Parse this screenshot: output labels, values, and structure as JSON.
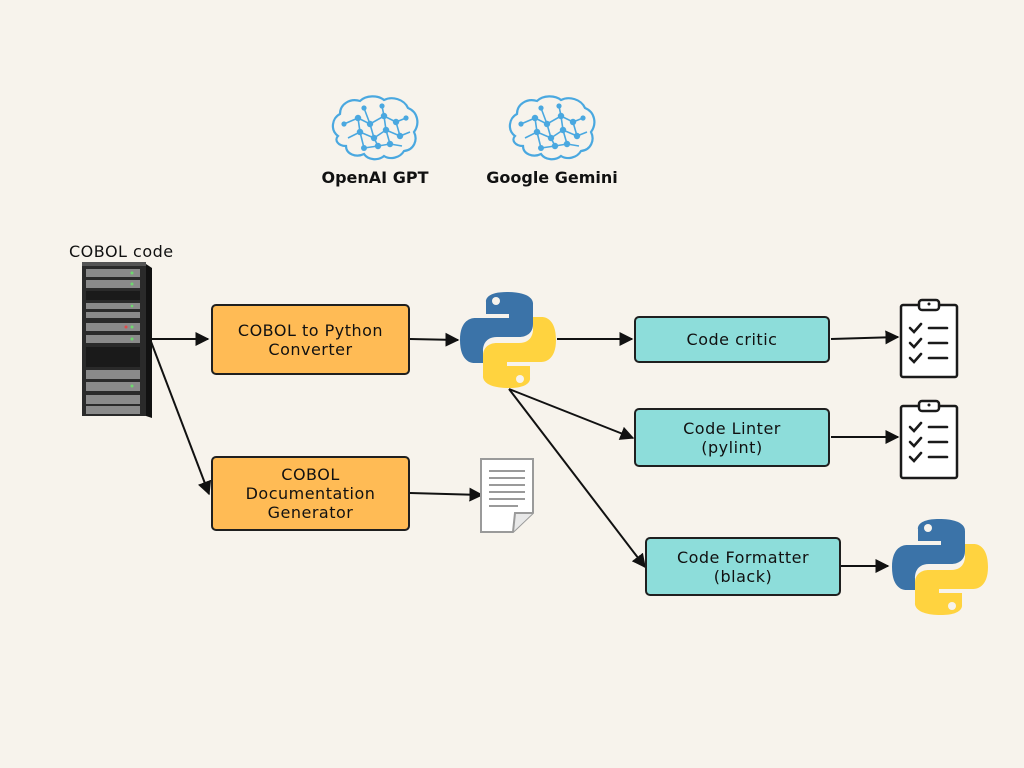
{
  "source": {
    "label": "COBOL code",
    "icon": "server-rack-icon"
  },
  "llms": [
    {
      "label": "OpenAI GPT",
      "icon": "brain-icon"
    },
    {
      "label": "Google Gemini",
      "icon": "brain-icon"
    }
  ],
  "nodes": {
    "converter": {
      "label": "COBOL to Python\nConverter",
      "color": "#ffbb55"
    },
    "doc_generator": {
      "label": "COBOL\nDocumentation\nGenerator",
      "color": "#ffbb55"
    },
    "critic": {
      "label": "Code critic",
      "color": "#8dddda"
    },
    "linter": {
      "label": "Code Linter\n(pylint)",
      "color": "#8dddda"
    },
    "formatter": {
      "label": "Code Formatter\n(black)",
      "color": "#8dddda"
    }
  },
  "outputs": {
    "python_intermediate": "python-logo-icon",
    "documentation": "document-icon",
    "critic_report": "checklist-icon",
    "linter_report": "checklist-icon",
    "python_final": "python-logo-icon"
  },
  "colors": {
    "background": "#f7f3ec",
    "brain": "#4aa8e0",
    "python_blue": "#3b73a8",
    "python_yellow": "#ffd33f"
  }
}
